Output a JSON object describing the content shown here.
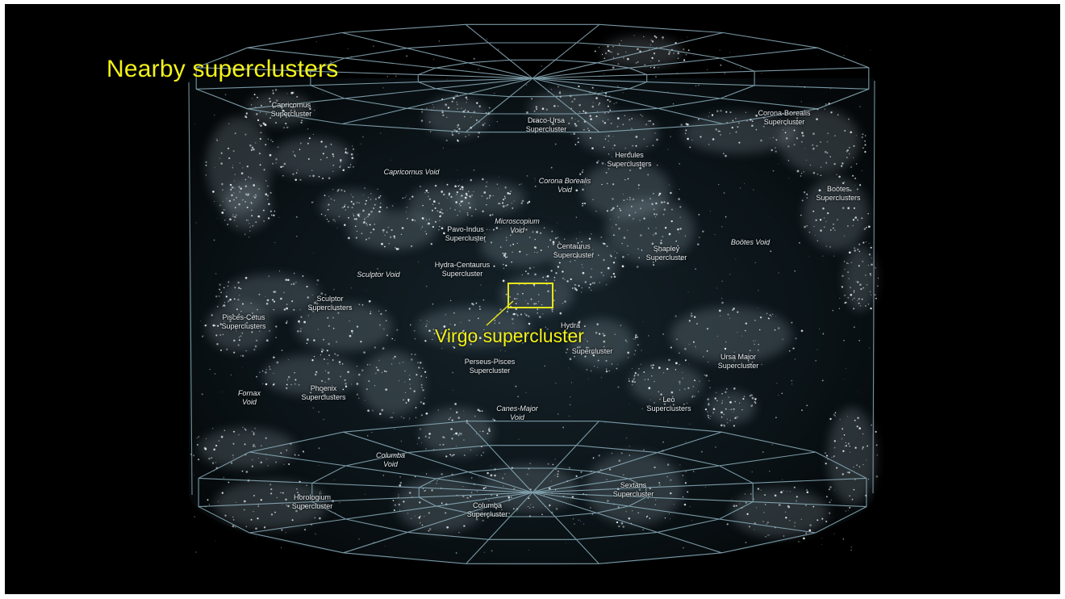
{
  "title": "Nearby superclusters",
  "highlight": {
    "label": "Virgo supercluster",
    "color": "#f2f21a"
  },
  "labels": {
    "capricornus_supercluster": "Capricornus\nSupercluster",
    "draco_supercluster": "Draco-Ursa\nSupercluster",
    "corona_borealis_supercluster": "Corona-Borealis\nSupercluster",
    "hercules_superclusters": "Hercules\nSuperclusters",
    "capricornus_void": "Capricornus Void",
    "corona_borealis_void": "Corona Borealis\nVoid",
    "bootes_superclusters": "Boötes\nSuperclusters",
    "pavo_indus_supercluster": "Pavo-Indus\nSupercluster",
    "microscopium_void": "Microscopium\nVoid",
    "centaurus_supercluster": "Centaurus\nSupercluster",
    "shapley_supercluster": "Shapley\nSupercluster",
    "bootes_void": "Boötes Void",
    "hydra_centaurus_supercluster": "Hydra-Centaurus\nSupercluster",
    "sculptor_void": "Sculptor Void",
    "sculptor_superclusters": "Sculptor\nSuperclusters",
    "pisces_cetus_superclusters": "Pisces-Cetus\nSuperclusters",
    "hydra_label": "Hydra",
    "hydra_supercluster": "Supercluster",
    "perseus_pisces_supercluster": "Perseus-Pisces\nSupercluster",
    "ursa_major_supercluster": "Ursa Major\nSupercluster",
    "fornax_void": "Fornax\nVoid",
    "phoenix_superclusters": "Phoenix\nSuperclusters",
    "canes_major_void": "Canes-Major\nVoid",
    "leo_superclusters": "Leo\nSuperclusters",
    "columba_void": "Columba\nVoid",
    "horologium_supercluster": "Horologium\nSupercluster",
    "columba_supercluster": "Columba\nSupercluster",
    "sextans_supercluster": "Sextans\nSupercluster"
  }
}
